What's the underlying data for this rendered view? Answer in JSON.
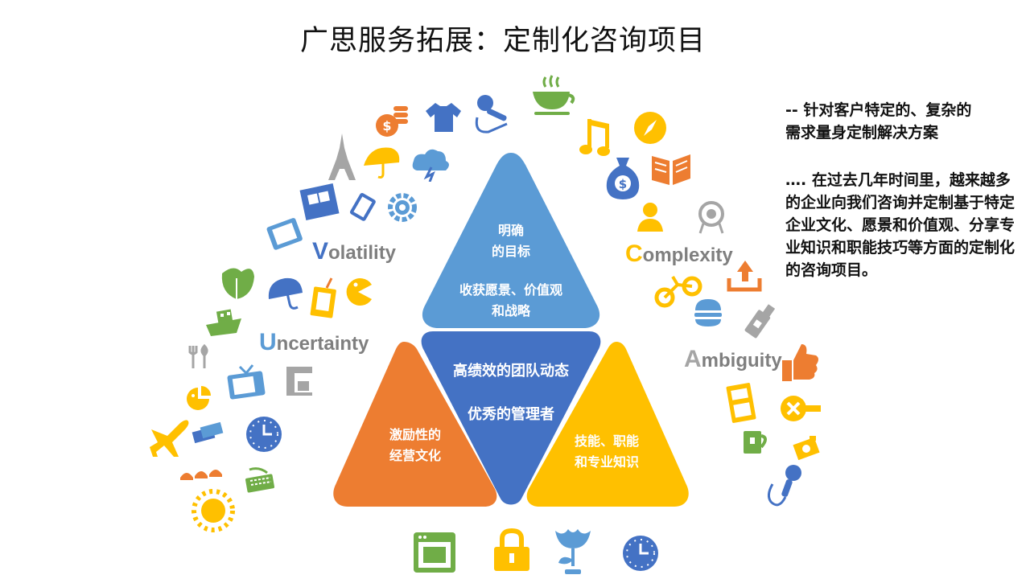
{
  "title": "广思服务拓展：定制化咨询项目",
  "vuca": {
    "volatility": {
      "cap": "V",
      "rest": "olatility"
    },
    "uncertainty": {
      "cap": "U",
      "rest": "ncertainty"
    },
    "complexity": {
      "cap": "C",
      "rest": "omplexity"
    },
    "ambiguity": {
      "cap": "A",
      "rest": "mbiguity"
    }
  },
  "side_text": {
    "line1": "-- 针对客户特定的、复杂的",
    "line2": "需求量身定制解决方案",
    "para2": "…. 在过去几年时间里，越来越多的企业向我们咨询并定制基于特定企业文化、愿景和价值观、分享专业知识和职能技巧等方面的定制化的咨询项目。"
  },
  "pyramid": {
    "top": {
      "line1": "明确",
      "line2": "的目标",
      "line3": "收获愿景、价值观",
      "line4": "和战略"
    },
    "center": {
      "line1": "高绩效的团队动态",
      "line2": "优秀的管理者"
    },
    "left": {
      "line1": "激励性的",
      "line2": "经营文化"
    },
    "right": {
      "line1": "技能、职能",
      "line2": "和专业知识"
    }
  },
  "colors": {
    "blue": "#5b9bd5",
    "dark_blue": "#4472c4",
    "orange": "#ed7d31",
    "yellow": "#ffc000",
    "green": "#70ad47",
    "gray": "#a5a5a5"
  },
  "icons": [
    "coins-icon",
    "shirt-icon",
    "microphone-icon",
    "coffee-cup-icon",
    "eiffel-tower-icon",
    "umbrella-icon",
    "cloud-storm-icon",
    "music-note-icon",
    "compass-icon",
    "film-strip-icon",
    "keyboard-icon",
    "gear-icon",
    "money-bag-icon",
    "book-icon",
    "tv-icon",
    "leaf-icon",
    "person-icon",
    "target-icon",
    "umbrella-icon",
    "juice-icon",
    "pacman-icon",
    "upload-icon",
    "boat-icon",
    "bicycle-icon",
    "burger-icon",
    "usb-drive-icon",
    "utensils-icon",
    "tv-icon",
    "coffee-machine-icon",
    "thumbs-up-icon",
    "pie-chart-icon",
    "phone-icon",
    "refrigerator-icon",
    "no-entry-icon",
    "plane-icon",
    "money-stack-icon",
    "clock-icon",
    "mug-icon",
    "camera-icon",
    "hats-icon",
    "keyboard-icon",
    "microphone-icon",
    "sun-icon",
    "browser-window-icon",
    "lock-icon",
    "flower-icon",
    "clock-icon"
  ]
}
